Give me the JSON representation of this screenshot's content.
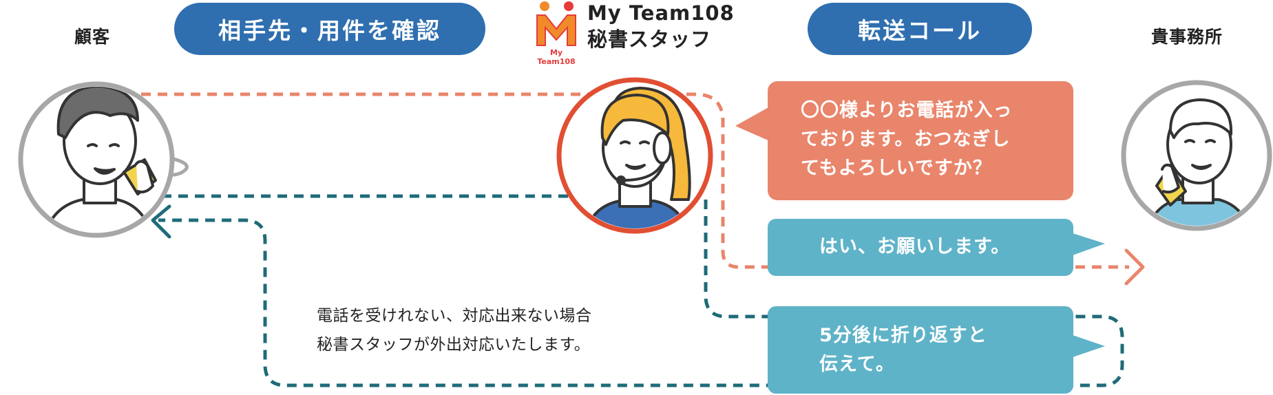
{
  "colors": {
    "pill_blue": "#2f6fb0",
    "orange": "#e9856b",
    "teal": "#5fb3c8",
    "dark_teal": "#1f6b78",
    "operator_ring": "#e14f33",
    "gray_ring": "#a7a7a7",
    "logo_orange": "#f08a2a",
    "logo_red": "#e53b3b"
  },
  "labels": {
    "customer": "顧客",
    "office": "貴事務所"
  },
  "pills": {
    "confirm": "相手先・用件を確認",
    "transfer": "転送コール"
  },
  "brand": {
    "line1": "My Team108",
    "line2": "秘書スタッフ",
    "logo_caption": "My Team108",
    "logo_letter": "M"
  },
  "bubbles": {
    "operator_to_office": [
      "〇〇様よりお電話が入っ",
      "ております。おつなぎし",
      "てもよろしいですか？"
    ],
    "office_reply": "はい、お願いします。",
    "office_callback": [
      "5分後に折り返すと",
      "伝えて。"
    ]
  },
  "note": [
    "電話を受けれない、対応出来ない場合",
    "秘書スタッフが外出対応いたします。"
  ],
  "icons": {
    "customer": "customer-avatar-icon",
    "operator": "operator-avatar-icon",
    "office": "office-avatar-icon",
    "logo": "myteam-logo-icon"
  }
}
